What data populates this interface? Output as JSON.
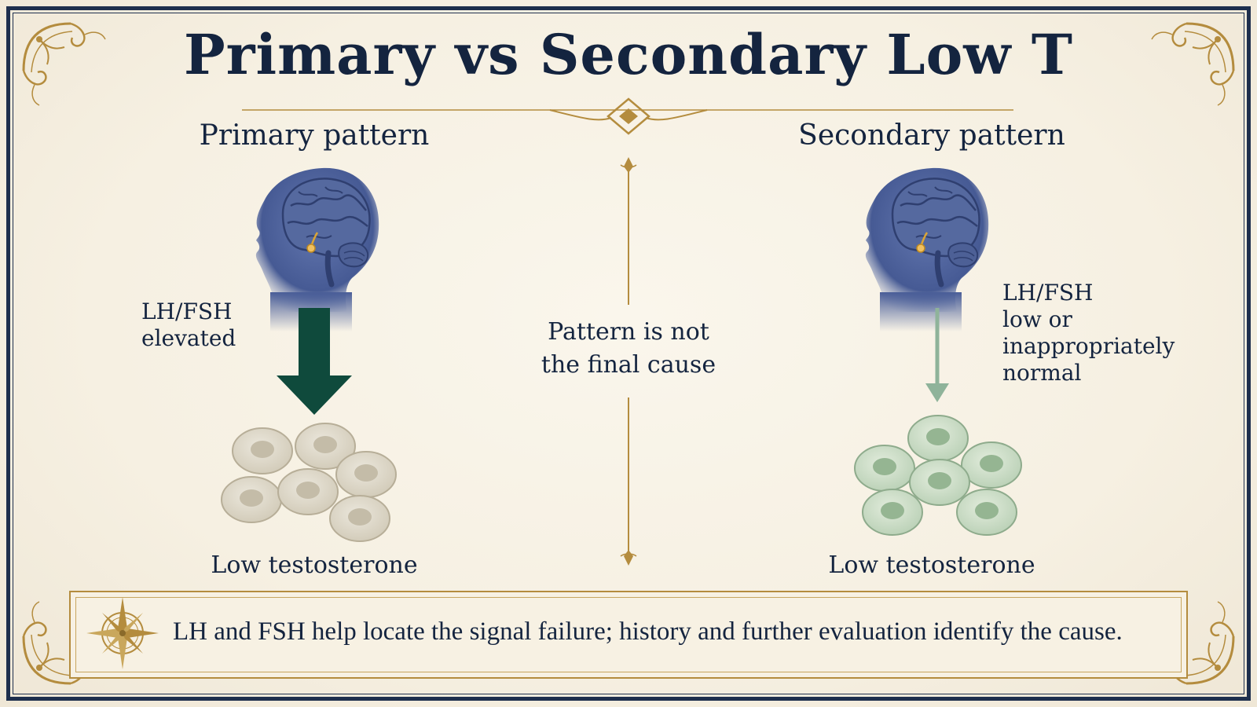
{
  "title": "Primary vs Secondary Low T",
  "left": {
    "heading": "Primary pattern",
    "hormone_label": [
      "LH/FSH",
      "elevated"
    ],
    "result": "Low testosterone"
  },
  "center": {
    "note": [
      "Pattern is not",
      "the final cause"
    ]
  },
  "right": {
    "heading": "Secondary pattern",
    "hormone_label": [
      "LH/FSH",
      "low or",
      "inappropriately",
      "normal"
    ],
    "result": "Low testosterone"
  },
  "footer": {
    "text": "LH and FSH help locate the signal failure; history and further evaluation identify the cause."
  },
  "colors": {
    "navy": "#1e2f4d",
    "gold": "#b48c3e",
    "strong_arrow": "#0f4a3c",
    "weak_arrow": "#8fb39a",
    "head_blue": "#4a5f9a",
    "beige_cells": "#dcd6c6",
    "green_cells": "#cbdcc6"
  },
  "icons": [
    "compass-rose-icon",
    "ornate-corner-icon",
    "head-brain-icon",
    "cell-cluster-icon",
    "down-arrow-icon"
  ]
}
